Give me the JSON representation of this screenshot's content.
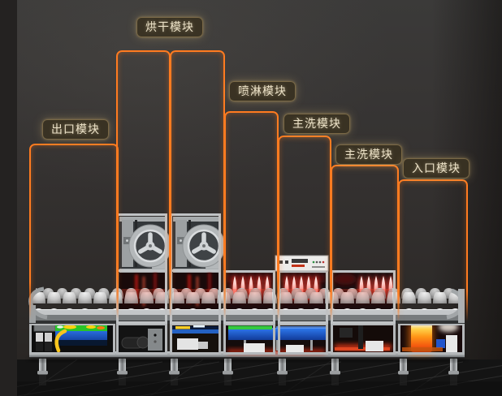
{
  "modules": [
    {
      "id": "exit",
      "label": "出口模块"
    },
    {
      "id": "drying",
      "label": "烘干模块"
    },
    {
      "id": "spray",
      "label": "喷淋模块"
    },
    {
      "id": "main-wash-1",
      "label": "主洗模块"
    },
    {
      "id": "main-wash-2",
      "label": "主洗模块"
    },
    {
      "id": "entry",
      "label": "入口模块"
    }
  ],
  "colors": {
    "accent_orange": "#ff7b20",
    "label_text": "#ece2c8",
    "label_bg": "rgba(58,50,34,0.92)",
    "label_border": "rgba(175,152,100,0.55)",
    "background": "#343130",
    "floor": "#141414",
    "left_strip": "#242221",
    "frame_metal": "#b5b8ba",
    "spray_red": "#ff4a3a",
    "tank_blue": "#1f64e0",
    "tank_green": "#35c93f",
    "boiler_orange": "#ff8a12"
  }
}
